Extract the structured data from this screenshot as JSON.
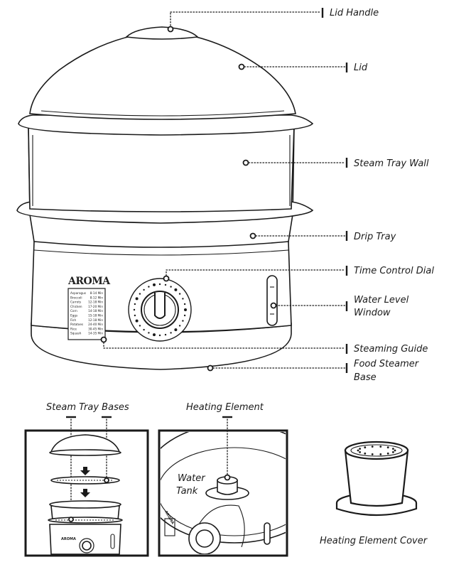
{
  "callouts": {
    "lid_handle": "Lid Handle",
    "lid": "Lid",
    "steam_tray_wall": "Steam Tray Wall",
    "drip_tray": "Drip Tray",
    "time_control_dial": "Time Control Dial",
    "water_level_window_1": "Water Level",
    "water_level_window_2": "Window",
    "steaming_guide": "Steaming Guide",
    "food_steamer_base_1": "Food Steamer",
    "food_steamer_base_2": "Base"
  },
  "brand": "AROMA",
  "steaming_guide_table": [
    {
      "food": "Asparagus",
      "time": "8-14 Min"
    },
    {
      "food": "Broccoli",
      "time": "8-12 Min"
    },
    {
      "food": "Carrots",
      "time": "12-18 Min"
    },
    {
      "food": "Chicken",
      "time": "17-20 Min"
    },
    {
      "food": "Corn",
      "time": "14-18 Min"
    },
    {
      "food": "Eggs",
      "time": "15-18 Min"
    },
    {
      "food": "Fish",
      "time": "12-18 Min"
    },
    {
      "food": "Potatoes",
      "time": "24-40 Min"
    },
    {
      "food": "Rice",
      "time": "30-45 Min"
    },
    {
      "food": "Squash",
      "time": "14-35 Min"
    }
  ],
  "insets": {
    "steam_tray_bases": "Steam Tray Bases",
    "heating_element": "Heating Element",
    "water_tank_1": "Water",
    "water_tank_2": "Tank",
    "heating_element_cover": "Heating Element Cover"
  },
  "colors": {
    "ink": "#1a1a1a",
    "background": "#ffffff"
  }
}
